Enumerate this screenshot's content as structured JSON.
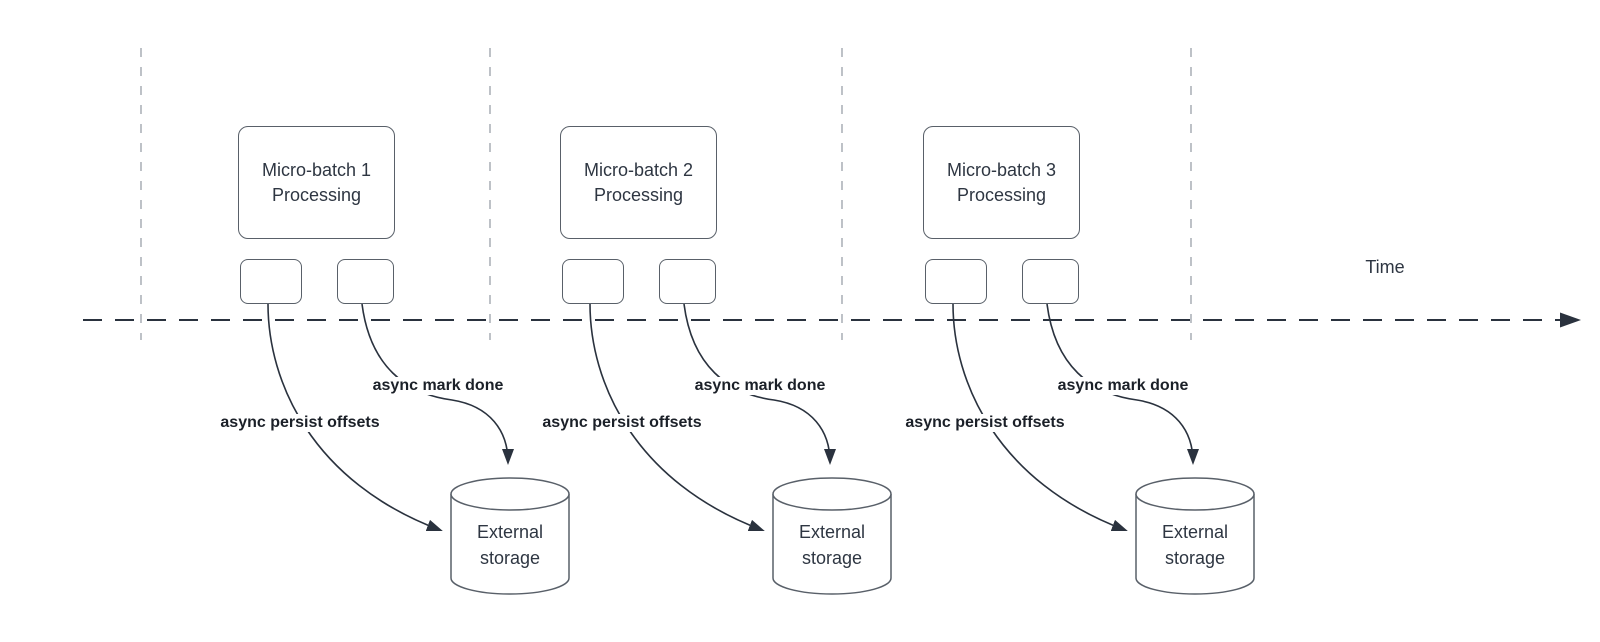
{
  "colors": {
    "background": "#ffffff",
    "line": "#2a323e",
    "divider": "#adb2b9",
    "box_border": "#596069",
    "text": "#2e3642",
    "label_text": "#1b2028"
  },
  "time_axis": {
    "label": "Time"
  },
  "groups": [
    {
      "title": "Micro-batch 1\nProcessing",
      "persist_label": "async persist offsets",
      "mark_done_label": "async mark done",
      "storage_label": "External\nstorage"
    },
    {
      "title": "Micro-batch 2\nProcessing",
      "persist_label": "async persist offsets",
      "mark_done_label": "async mark done",
      "storage_label": "External\nstorage"
    },
    {
      "title": "Micro-batch 3\nProcessing",
      "persist_label": "async persist offsets",
      "mark_done_label": "async mark done",
      "storage_label": "External\nstorage"
    }
  ]
}
